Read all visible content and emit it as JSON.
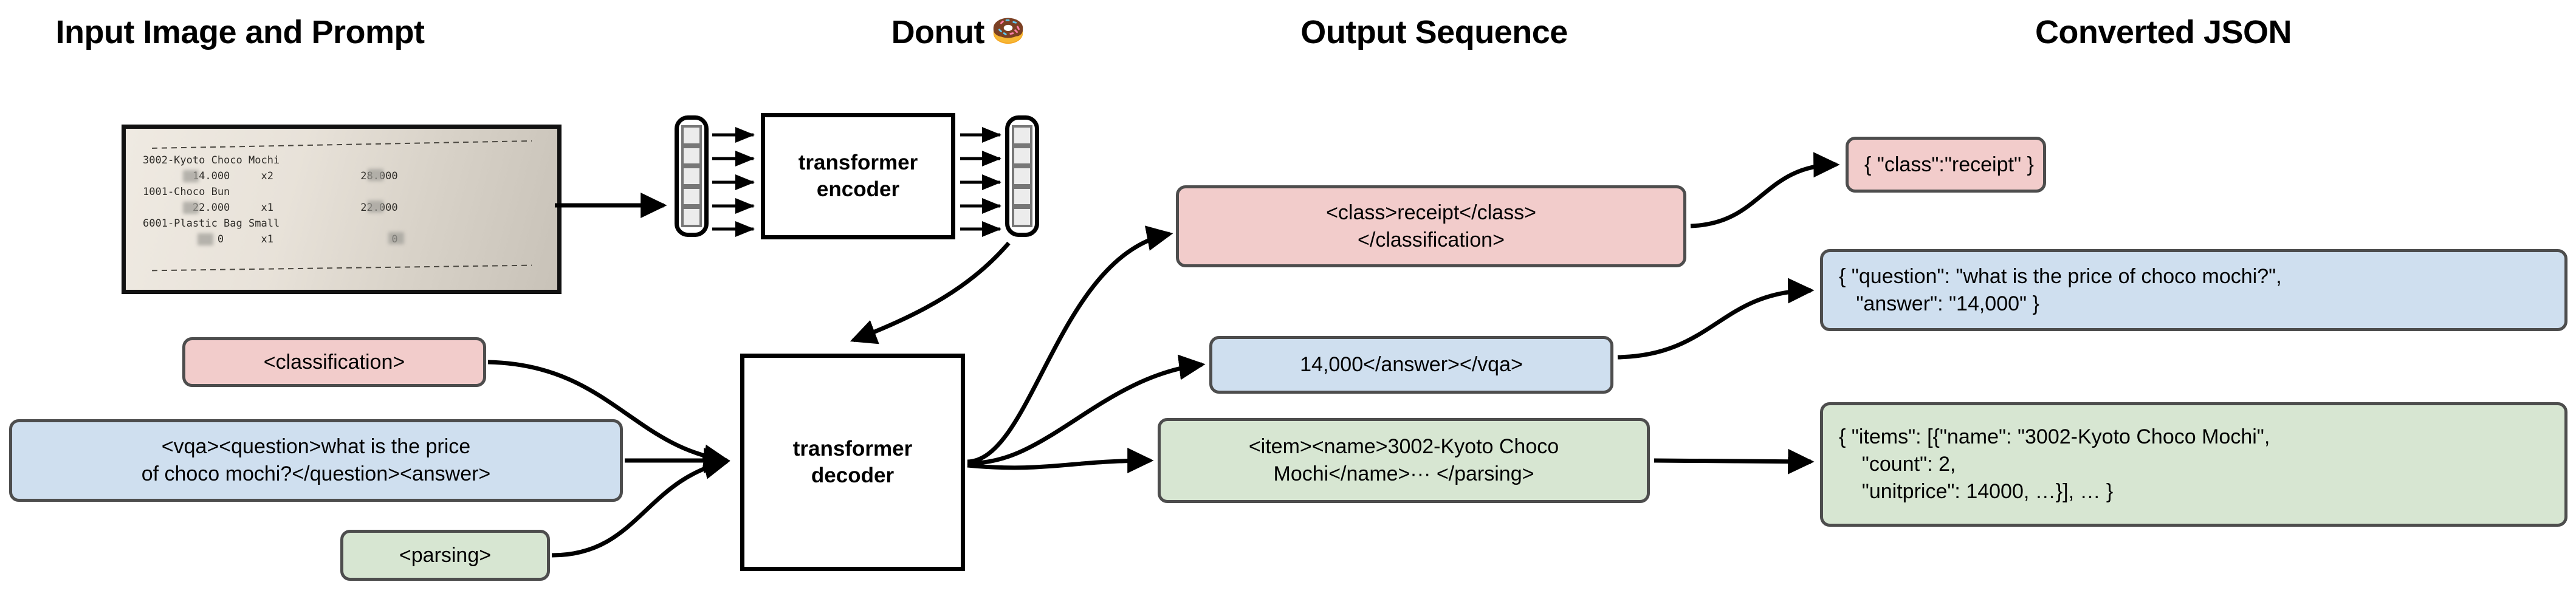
{
  "headers": [
    {
      "label": "Input Image and Prompt"
    },
    {
      "label": "Donut"
    },
    {
      "label": "Output Sequence"
    },
    {
      "label": "Converted JSON"
    }
  ],
  "colors": {
    "pink": "#f2cccb",
    "blue": "#cfdfef",
    "green": "#d7e6d2",
    "box_border": "#4d4d4d",
    "stroke": "#000000",
    "token_fill": "#ececec",
    "token_border": "#777777"
  },
  "receipt": {
    "lines": [
      "3002-Kyoto Choco Mochi",
      "        14.000     x2              28.000",
      "1001-Choco Bun",
      "        22.000     x1              22.000",
      "6001-Plastic Bag Small",
      "            0      x1                   0"
    ],
    "items": [
      {
        "code_name": "3002-Kyoto Choco Mochi",
        "unitprice": "14.000",
        "count": "x2",
        "price": "28.000"
      },
      {
        "code_name": "1001-Choco Bun",
        "unitprice": "22.000",
        "count": "x1",
        "price": "22.000"
      },
      {
        "code_name": "6001-Plastic Bag Small",
        "unitprice": "0",
        "count": "x1",
        "price": "0"
      }
    ]
  },
  "model": {
    "encoder_label": "transformer\nencoder",
    "encoder_label_l1": "transformer",
    "encoder_label_l2": "encoder",
    "decoder_label_l1": "transformer",
    "decoder_label_l2": "decoder",
    "encoder_input_tokens": 5,
    "encoder_output_tokens": 5
  },
  "prompts": [
    {
      "name": "classification-prompt",
      "text": "<classification>",
      "color": "pink"
    },
    {
      "name": "vqa-prompt",
      "text": "<vqa><question>what is the price\nof choco mochi?</question><answer>",
      "color": "blue",
      "line1": "<vqa><question>what is the price",
      "line2": "of choco mochi?</question><answer>"
    },
    {
      "name": "parsing-prompt",
      "text": "<parsing>",
      "color": "green"
    }
  ],
  "outputs": [
    {
      "name": "classification-output",
      "color": "pink",
      "line1": "<class>receipt</class>",
      "line2": "</classification>"
    },
    {
      "name": "vqa-output",
      "color": "blue",
      "line1": "14,000</answer></vqa>",
      "line2": ""
    },
    {
      "name": "parsing-output",
      "color": "green",
      "line1": "<item><name>3002-Kyoto Choco",
      "line2": "Mochi</name>··· </parsing>"
    }
  ],
  "json_results": [
    {
      "name": "classification-json",
      "color": "pink",
      "line1": "{ \"class\":\"receipt\" }",
      "line2": "",
      "line3": ""
    },
    {
      "name": "vqa-json",
      "color": "blue",
      "line1": "{ \"question\": \"what is the price of choco mochi?\",",
      "line2": "   \"answer\": \"14,000\" }",
      "line3": ""
    },
    {
      "name": "parsing-json",
      "color": "green",
      "line1": "{ \"items\": [{\"name\": \"3002-Kyoto Choco Mochi\",",
      "line2": "    \"count\": 2,",
      "line3": "    \"unitprice\": 14000, …}], … }"
    }
  ],
  "icons": {
    "donut": "donut-emoji"
  }
}
